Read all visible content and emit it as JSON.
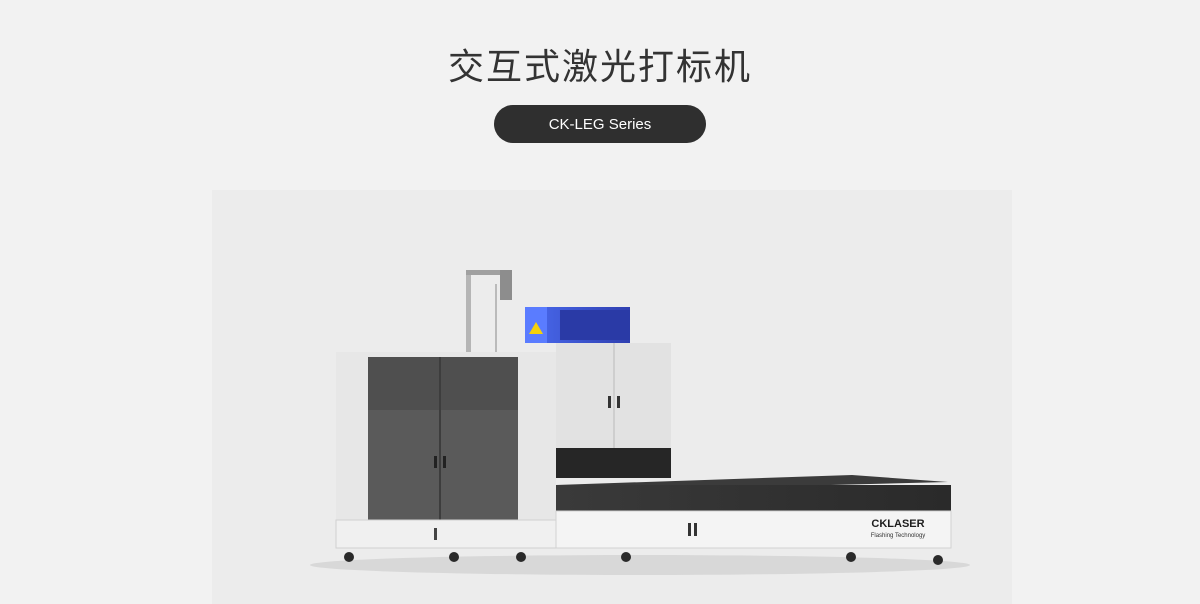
{
  "page": {
    "title": "交互式激光打标机",
    "series_label": "CK-LEG Series"
  },
  "machine": {
    "brand_name": "CKLASER",
    "brand_tagline": "Flashing Technology",
    "laser_color": "#3b5bd6",
    "cabinet_dark": "#575757",
    "cabinet_light": "#e9e9e9"
  }
}
